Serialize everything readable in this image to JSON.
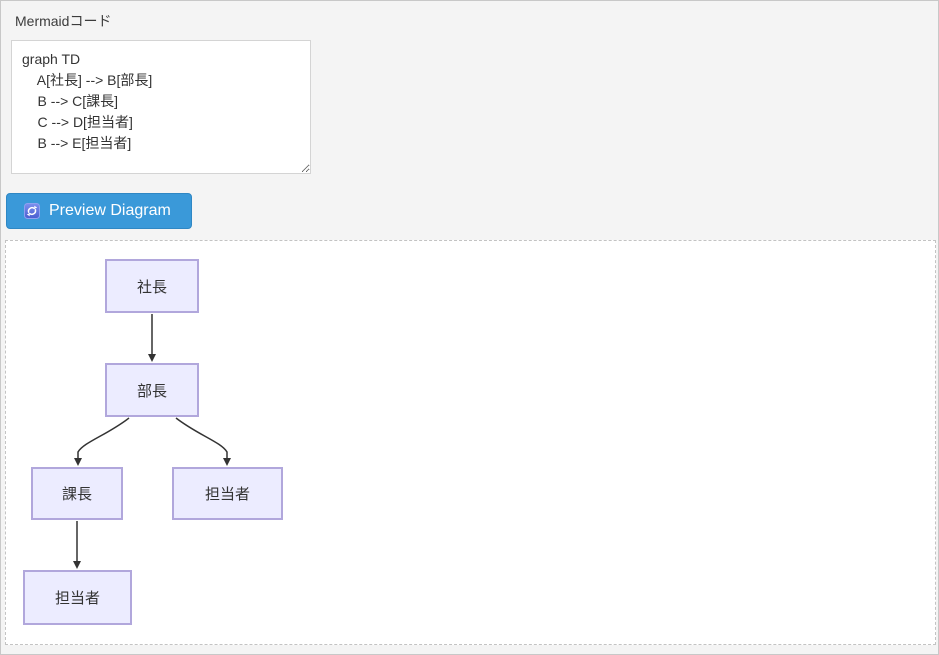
{
  "theme": {
    "accent": "#3a99d9",
    "node-fill": "#ececff",
    "node-border": "#b1a7dc",
    "edge-color": "#333333",
    "page-bg": "#f4f4f4"
  },
  "editor": {
    "label": "Mermaidコード",
    "code": "graph TD\n    A[社長] --> B[部長]\n    B --> C[課長]\n    C --> D[担当者]\n    B --> E[担当者]"
  },
  "toolbar": {
    "preview_button": "Preview Diagram",
    "icon": "refresh-icon"
  },
  "diagram": {
    "type": "flowchart",
    "direction": "TD",
    "nodes": [
      {
        "id": "A",
        "label": "社長"
      },
      {
        "id": "B",
        "label": "部長"
      },
      {
        "id": "C",
        "label": "課長"
      },
      {
        "id": "E",
        "label": "担当者"
      },
      {
        "id": "D",
        "label": "担当者"
      }
    ],
    "edges": [
      {
        "from": "A",
        "to": "B"
      },
      {
        "from": "B",
        "to": "C"
      },
      {
        "from": "C",
        "to": "D"
      },
      {
        "from": "B",
        "to": "E"
      }
    ]
  }
}
